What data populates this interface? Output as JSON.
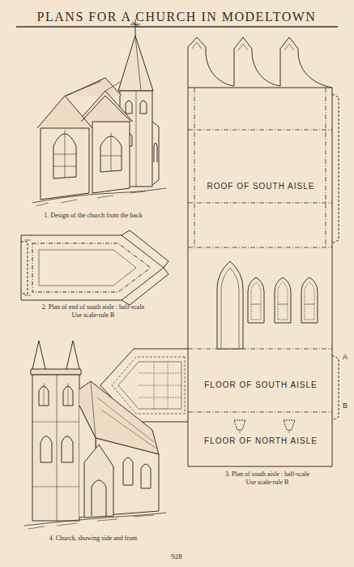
{
  "diagram": {
    "title": "PLANS FOR A CHURCH IN MODELTOWN",
    "labels": [
      "1. Design of the church from the back",
      "2. Plan of end of south aisle : half-scale",
      "Use scale-rule B",
      "ROOF OF SOUTH AISLE",
      "FLOOR OF SOUTH AISLE",
      "FLOOR OF NORTH AISLE",
      "A",
      "B",
      "3. Plan of south aisle : half-scale",
      "Use scale-rule B",
      "4. Church, showing side and front",
      "928"
    ]
  }
}
